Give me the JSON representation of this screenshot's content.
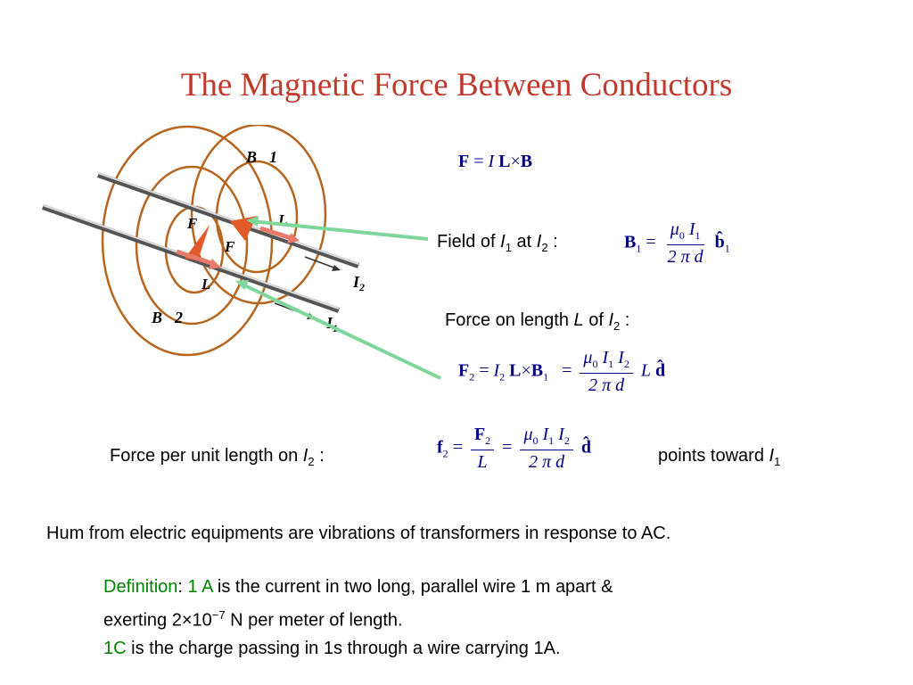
{
  "slide": {
    "title": "The Magnetic Force Between Conductors"
  },
  "figure": {
    "labels": {
      "b1": "B⃗1",
      "b2": "B⃗2",
      "f": "F⃗",
      "l": "L",
      "i1": "I",
      "i1_sub": "1",
      "i2": "I",
      "i2_sub": "2"
    }
  },
  "equations": {
    "lorentz": {
      "lhs": "F",
      "eq": "=",
      "i": "I",
      "l": "L",
      "times": "×",
      "b": "B"
    },
    "field": {
      "label_pre": "Field of ",
      "i": "I",
      "sub1": "1",
      "label_mid": " at ",
      "i2": "I",
      "sub2": "2",
      "label_post": " :",
      "lhs": "B",
      "lhs_sub": "1",
      "eq": "=",
      "mu": "μ",
      "mu_sub": "0",
      "num_i": "I",
      "num_sub": "1",
      "den": "2 π d",
      "unit": "b̂",
      "unit_sub": "1"
    },
    "force": {
      "label_pre": "Force on length ",
      "l": "L",
      "label_mid": " of ",
      "i": "I",
      "sub": "2",
      "label_post": " :",
      "lhs": "F",
      "lhs_sub": "2",
      "eq": "=",
      "i2": "I",
      "i2_sub": "2",
      "lvec": "L",
      "times": "×",
      "b": "B",
      "b_sub": "1",
      "eq2": "=",
      "mu": "μ",
      "mu_sub": "0",
      "n1": "I",
      "n1_sub": "1",
      "n2": "I",
      "n2_sub": "2",
      "den": "2 π d",
      "lscal": "L",
      "dhat": "d̂"
    },
    "per_length": {
      "label_pre": "Force per unit length on ",
      "i": "I",
      "sub": "2",
      "label_post": " :",
      "lhs": "f",
      "lhs_sub": "2",
      "eq": "=",
      "num_f": "F",
      "num_f_sub": "2",
      "den_l": "L",
      "eq2": "=",
      "mu": "μ",
      "mu_sub": "0",
      "n1": "I",
      "n1_sub": "1",
      "n2": "I",
      "n2_sub": "2",
      "den": "2 π d",
      "dhat": "d̂",
      "points_pre": "points toward ",
      "points_i": "I",
      "points_sub": "1"
    }
  },
  "notes": {
    "hum": "Hum from electric equipments are vibrations of transformers in response to AC.",
    "def_label": "Definition",
    "def_colon": ":  ",
    "def_unit": "1 A",
    "def_text": " is the current in two long, parallel wire 1 m apart &",
    "def_line2_pre": "exerting 2×10",
    "def_line2_exp": "−7",
    "def_line2_post": " N per meter of length.",
    "coulomb_unit": "1C",
    "coulomb_text": " is the charge passing in 1s through a wire carrying 1A."
  },
  "colors": {
    "title": "#c0392b",
    "equation": "#000080",
    "highlight": "#008000",
    "field_loop": "#b5651d",
    "pointer": "#7fd69a"
  }
}
